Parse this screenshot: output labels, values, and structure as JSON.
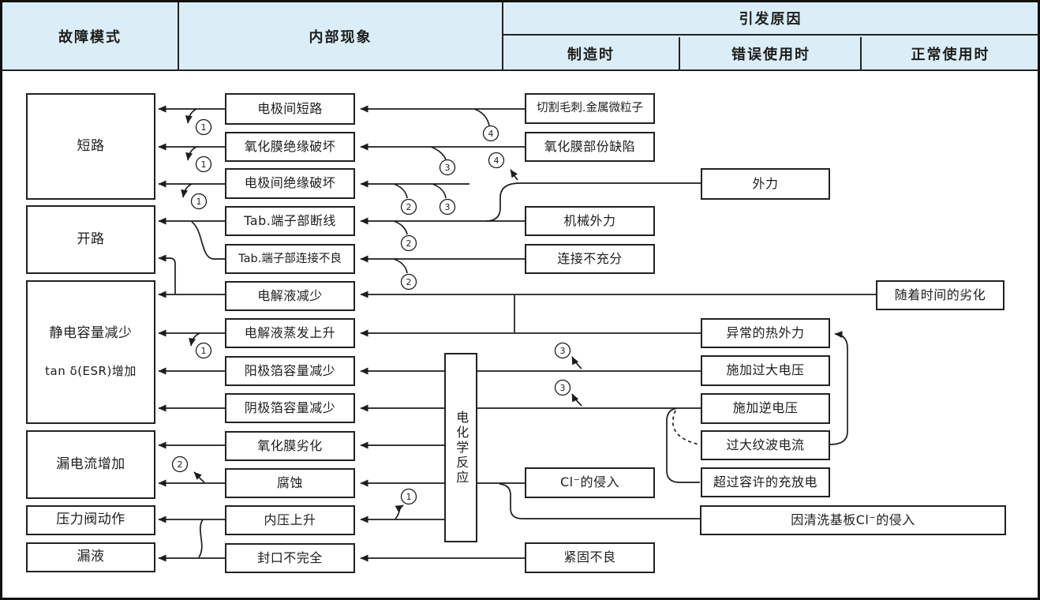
{
  "header": {
    "col_failure_mode": "故障模式",
    "col_internal_phenomenon": "内部现象",
    "col_cause": "引发原因",
    "col_manufacturing": "制造时",
    "col_misuse": "错误使用时",
    "col_normal_use": "正常使用时"
  },
  "failure_modes": [
    {
      "label": "短路"
    },
    {
      "label": "开路"
    },
    {
      "label": "静电容量减少",
      "label2": "tan δ(ESR)增加"
    },
    {
      "label": "漏电流增加"
    },
    {
      "label": "压力阀动作"
    },
    {
      "label": "漏液"
    }
  ],
  "internal_phenomena": [
    "电极间短路",
    "氧化膜绝缘破坏",
    "电极间绝缘破坏",
    "Tab.端子部断线",
    "Tab.端子部连接不良",
    "电解液减少",
    "电解液蒸发上升",
    "阳极箔容量减少",
    "阴极箔容量减少",
    "氧化膜劣化",
    "腐蚀",
    "内压上升",
    "封口不完全"
  ],
  "hub_label": "电化学反应",
  "causes": {
    "manufacturing": [
      "切割毛刺.金属微粒子",
      "氧化膜部份缺陷",
      "机械外力",
      "连接不充分",
      "Cl⁻的侵入",
      "紧固不良"
    ],
    "misuse": [
      "外力",
      "异常的热外力",
      "施加过大电压",
      "施加逆电压",
      "过大纹波电流",
      "超过容许的充放电"
    ],
    "normal_use": [
      "随着时间的劣化",
      "因清洗基板Cl⁻的侵入"
    ]
  },
  "jump_labels": {
    "c1": "1",
    "c2": "2",
    "c3": "3",
    "c4": "4"
  },
  "colors": {
    "header_bg": "#dbeef7",
    "line": "#1d1d1b",
    "box_bg": "#ffffff",
    "box_border": "#222222"
  }
}
